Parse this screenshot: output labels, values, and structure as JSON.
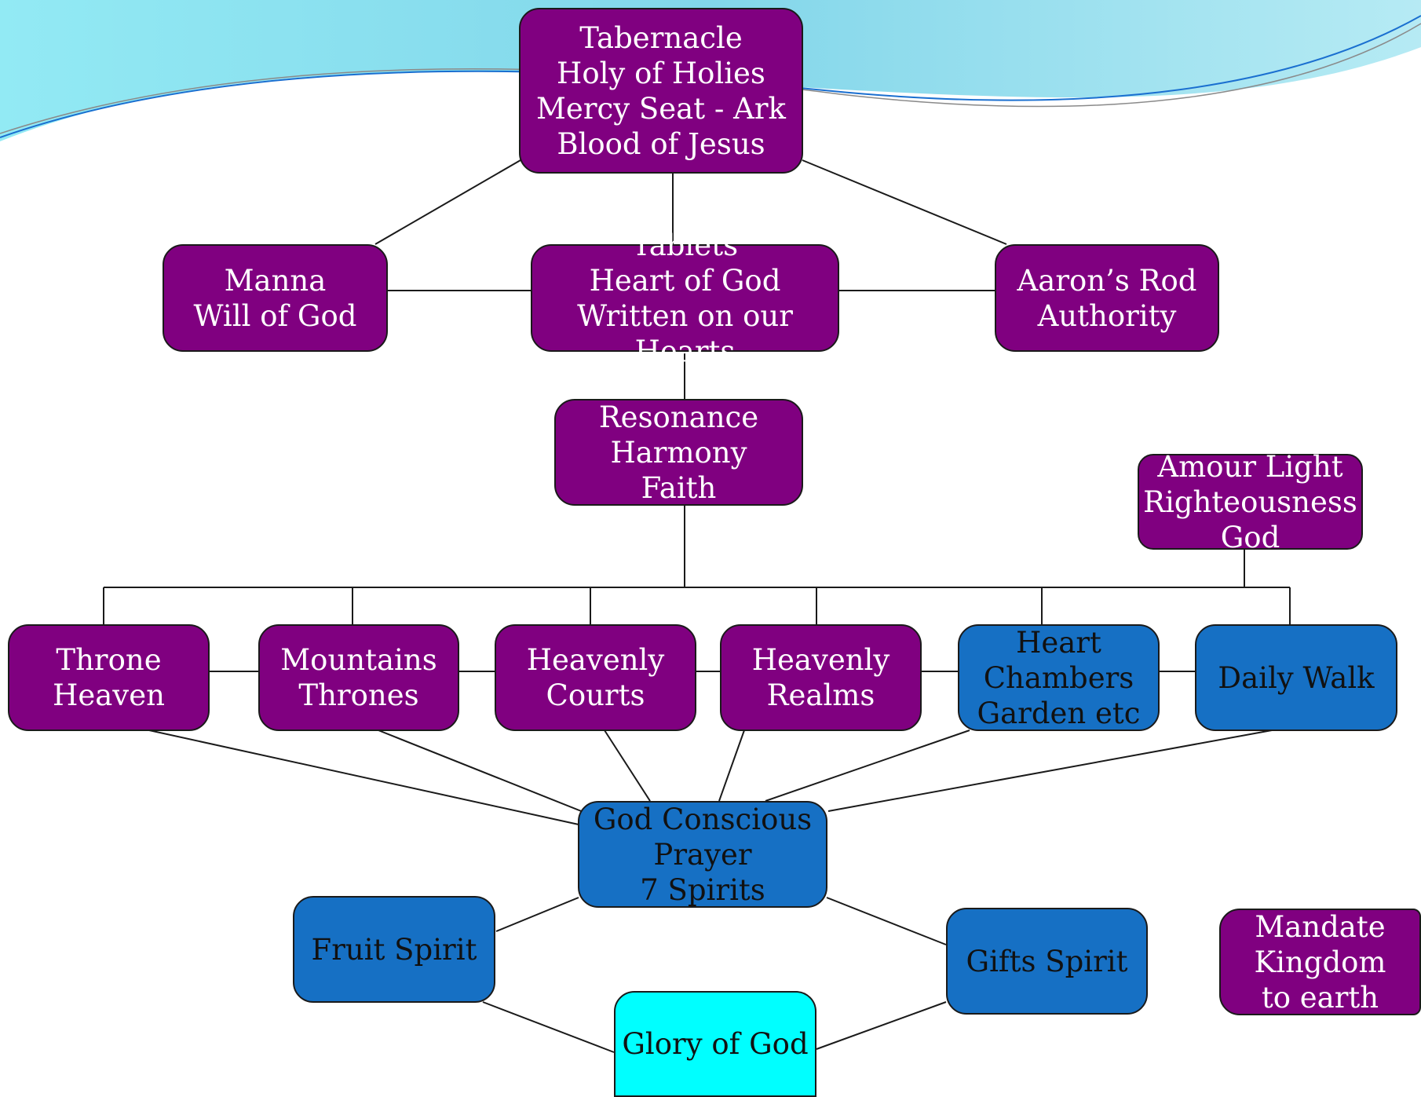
{
  "colors": {
    "purple_node": "#800080",
    "blue_node": "#1670c4",
    "cyan_node": "#00ffff",
    "connector": "#1a1a1a",
    "header_wave": "#5ed3e6"
  },
  "nodes": {
    "tabernacle": "Tabernacle\nHoly of Holies\nMercy Seat - Ark\nBlood of Jesus",
    "manna": "Manna\nWill of God",
    "tablets": "Tablets\nHeart of God\nWritten on our Hearts",
    "aarons_rod": "Aaron’s Rod\nAuthority",
    "resonance": "Resonance\nHarmony\nFaith",
    "amour_light": "Amour Light\nRighteousness\nGod",
    "throne_heaven": "Throne\nHeaven",
    "mountains_thrones": "Mountains\nThrones",
    "heavenly_courts": "Heavenly\nCourts",
    "heavenly_realms": "Heavenly\nRealms",
    "heart_chambers": "Heart\nChambers\nGarden etc",
    "daily_walk": "Daily Walk",
    "god_conscious": "God Conscious\nPrayer\n7 Spirits",
    "fruit_spirit": "Fruit Spirit",
    "gifts_spirit": "Gifts Spirit",
    "glory_of_god": "Glory of God",
    "mandate": "Mandate\nKingdom\nto earth"
  }
}
